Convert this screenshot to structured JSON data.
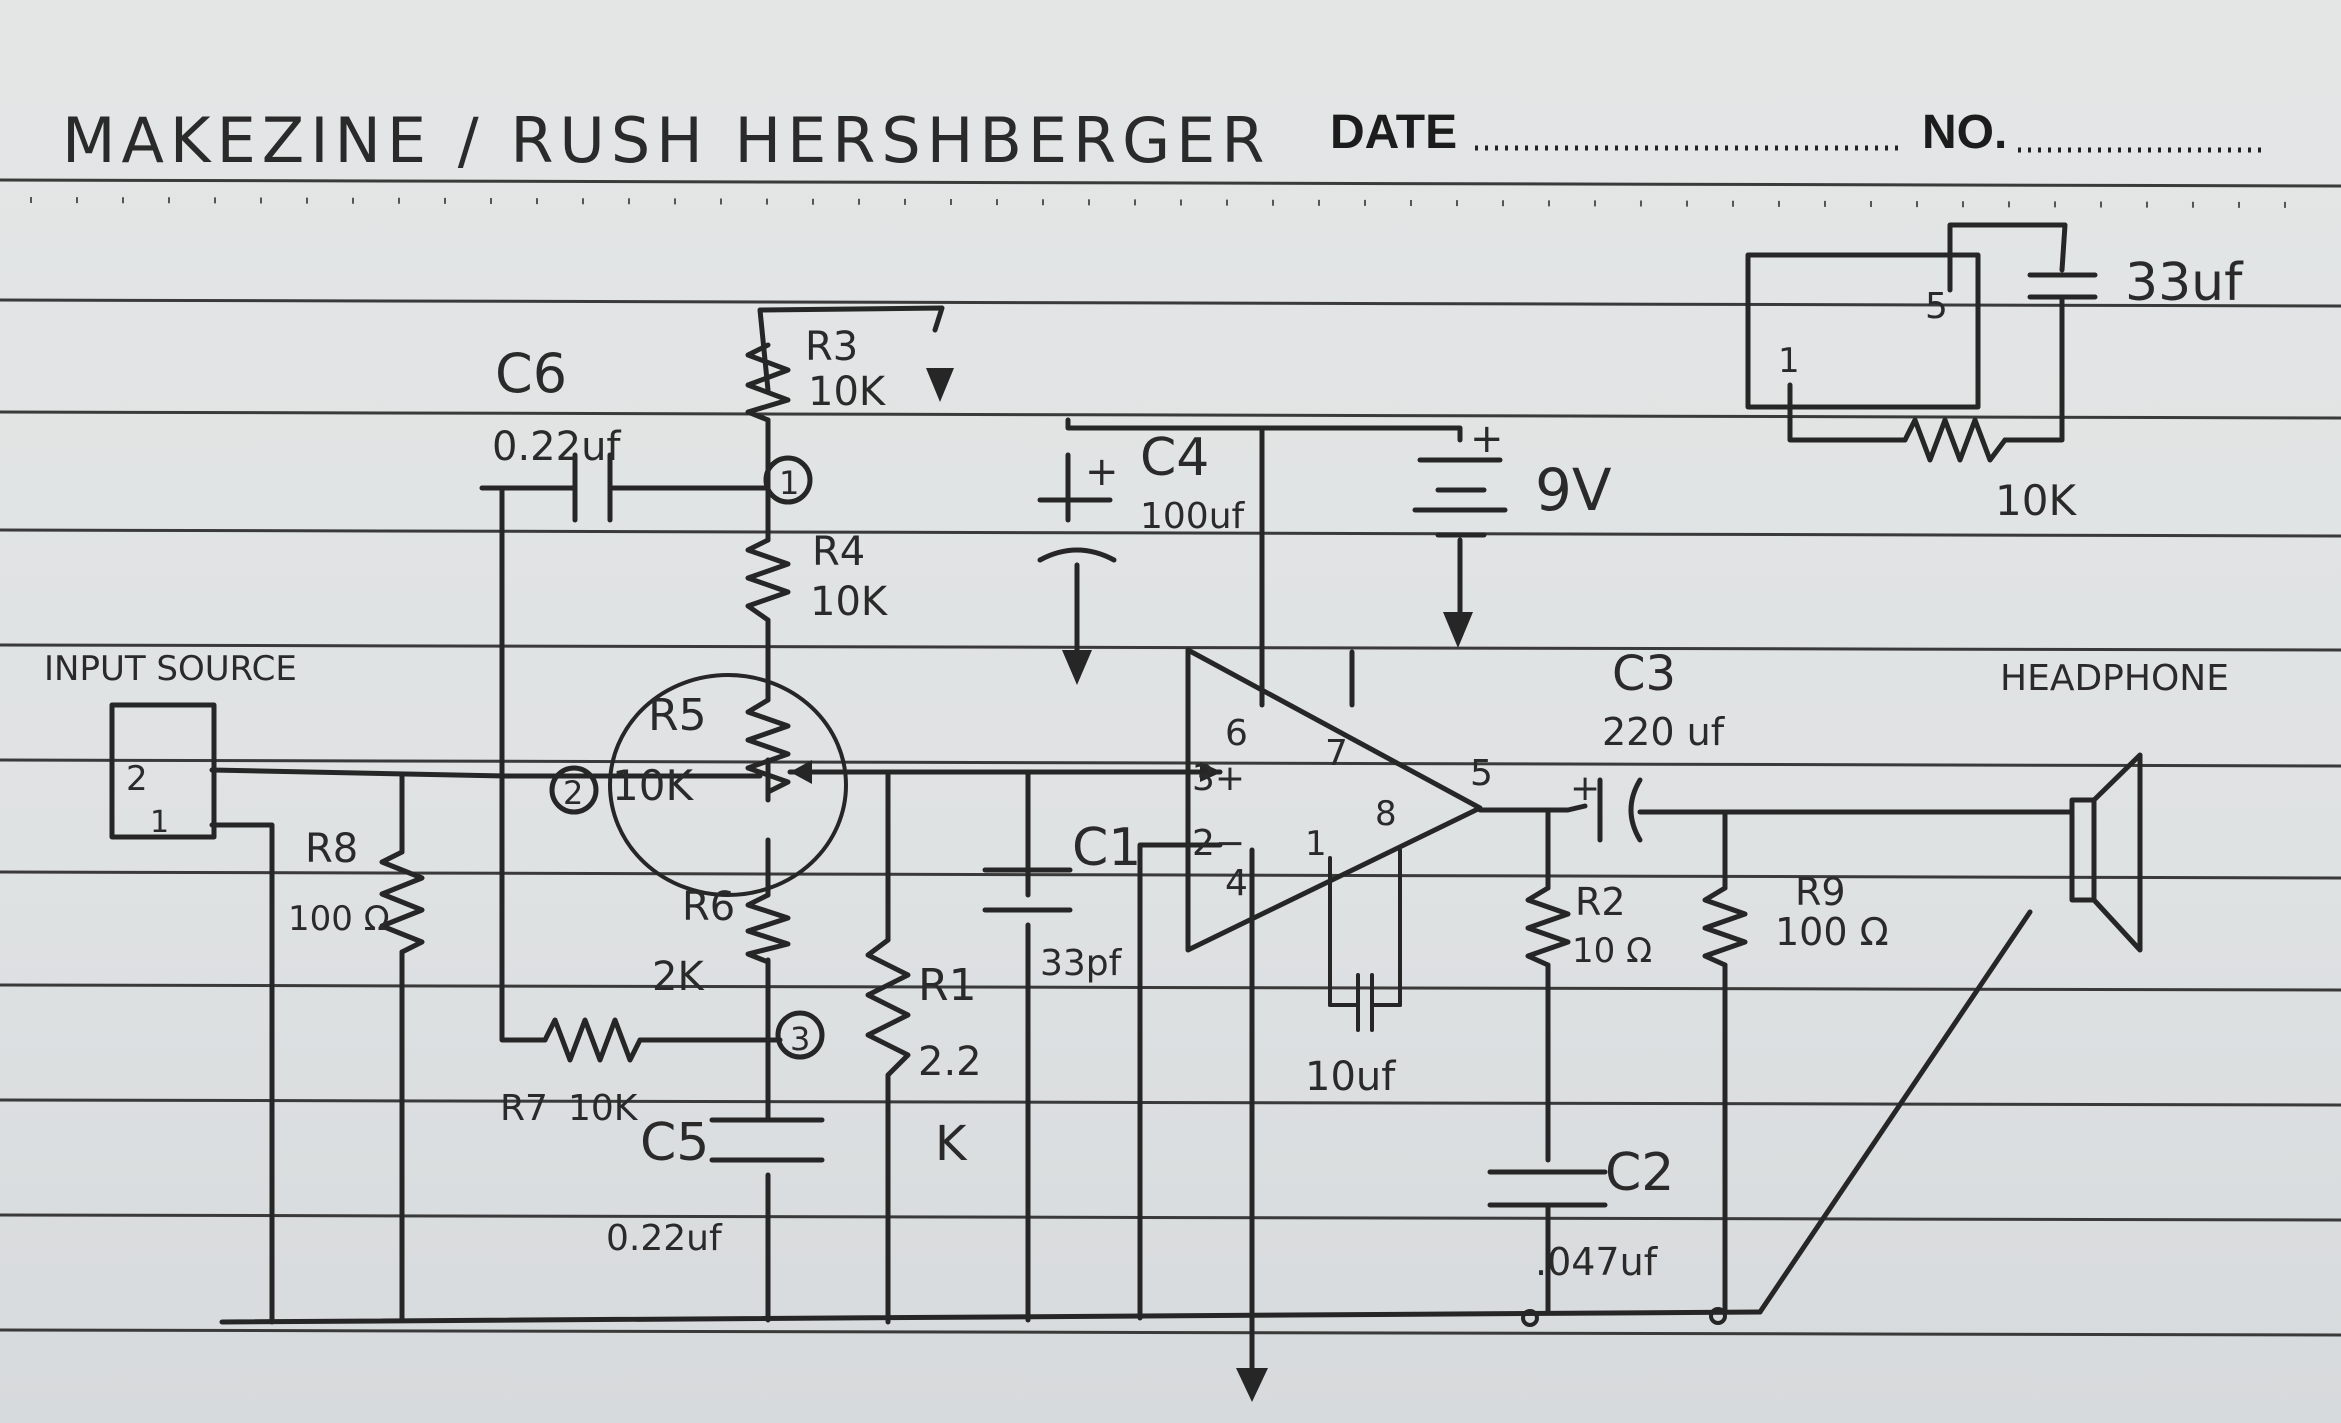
{
  "header": {
    "title": "MAKEZINE / RUSH HERSHBERGER",
    "date_label": "DATE",
    "no_label": "NO."
  },
  "labels": {
    "input_source": "INPUT SOURCE",
    "headphone": "HEADPHONE",
    "jack_pin_2": "2",
    "jack_pin_1": "1",
    "supply": "9V",
    "plus_sign": "+",
    "node_1": "1",
    "node_2": "2",
    "node_3": "3"
  },
  "components": {
    "c6": {
      "name": "C6",
      "value": "0.22uf"
    },
    "r3": {
      "name": "R3",
      "value": "10K"
    },
    "r4": {
      "name": "R4",
      "value": "10K"
    },
    "r5": {
      "name": "R5",
      "value": "10K"
    },
    "r6": {
      "name": "R6",
      "value": "2K"
    },
    "r7": {
      "name": "R7",
      "value": "10K"
    },
    "r8": {
      "name": "R8",
      "value": "100 Ω"
    },
    "r1": {
      "name": "R1",
      "value": "2.2",
      "value2": "K"
    },
    "c5": {
      "name": "C5",
      "value": "0.22uf"
    },
    "c4": {
      "name": "C4",
      "value": "100uf"
    },
    "c1": {
      "name": "C1",
      "value": "33pf"
    },
    "c3": {
      "name": "C3",
      "value": "220 uf"
    },
    "r2": {
      "name": "R2",
      "value": "10 Ω"
    },
    "r9": {
      "name": "R9",
      "value": "100 Ω"
    },
    "c2": {
      "name": "C2",
      "value": ".047uf"
    },
    "bypass": {
      "value": "10uf"
    }
  },
  "opamp_pins": {
    "p6": "6",
    "p7": "7",
    "p3": "3+",
    "p2": "2−",
    "p1": "1",
    "p8": "8",
    "p4": "4",
    "p5": "5"
  },
  "inset": {
    "pin_5": "5",
    "pin_1": "1",
    "cap": "33uf",
    "res": "10K"
  }
}
